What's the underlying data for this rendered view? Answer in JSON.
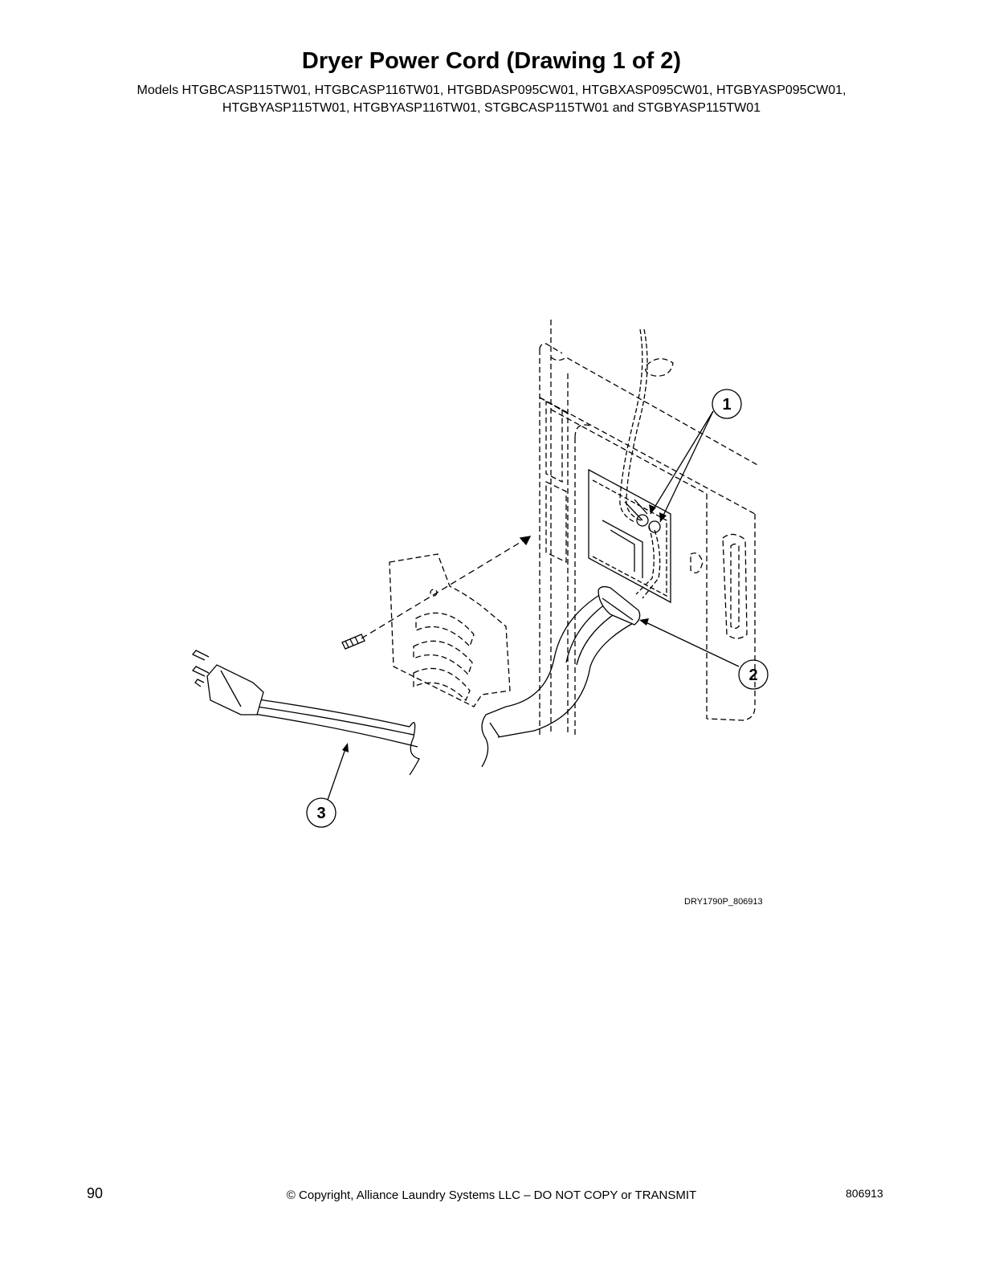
{
  "page": {
    "title": "Dryer Power Cord (Drawing 1 of 2)",
    "models_line1": "Models HTGBCASP115TW01, HTGBCASP116TW01, HTGBDASP095CW01, HTGBXASP095CW01, HTGBYASP095CW01,",
    "models_line2": "HTGBYASP115TW01, HTGBYASP116TW01, STGBCASP115TW01 and STGBYASP115TW01"
  },
  "figure": {
    "id": "DRY1790P_806913",
    "callouts": [
      "1",
      "2",
      "3"
    ]
  },
  "footer": {
    "page_number": "90",
    "copyright": "© Copyright, Alliance Laundry Systems LLC – DO NOT COPY or TRANSMIT",
    "doc_number": "806913"
  }
}
